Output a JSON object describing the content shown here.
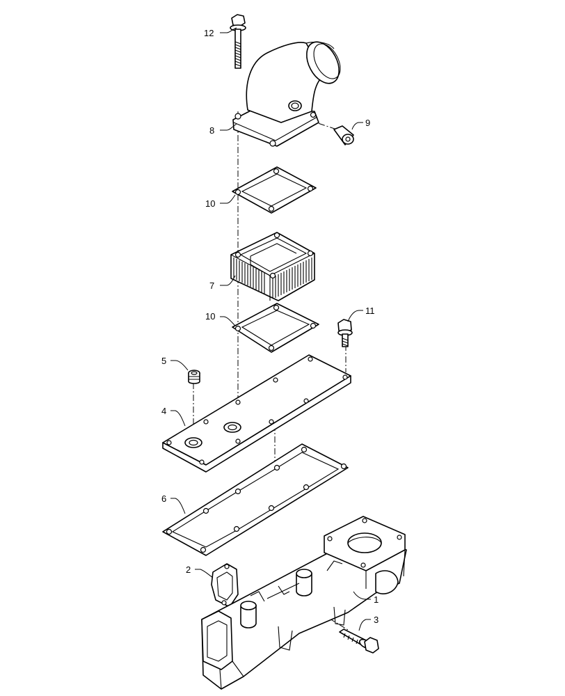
{
  "callouts": {
    "c1": "1",
    "c2": "2",
    "c3": "3",
    "c4": "4",
    "c5": "5",
    "c6": "6",
    "c7": "7",
    "c8": "8",
    "c9": "9",
    "c10a": "10",
    "c10b": "10",
    "c11": "11",
    "c12": "12"
  },
  "colors": {
    "line": "#000000",
    "background": "#ffffff"
  }
}
